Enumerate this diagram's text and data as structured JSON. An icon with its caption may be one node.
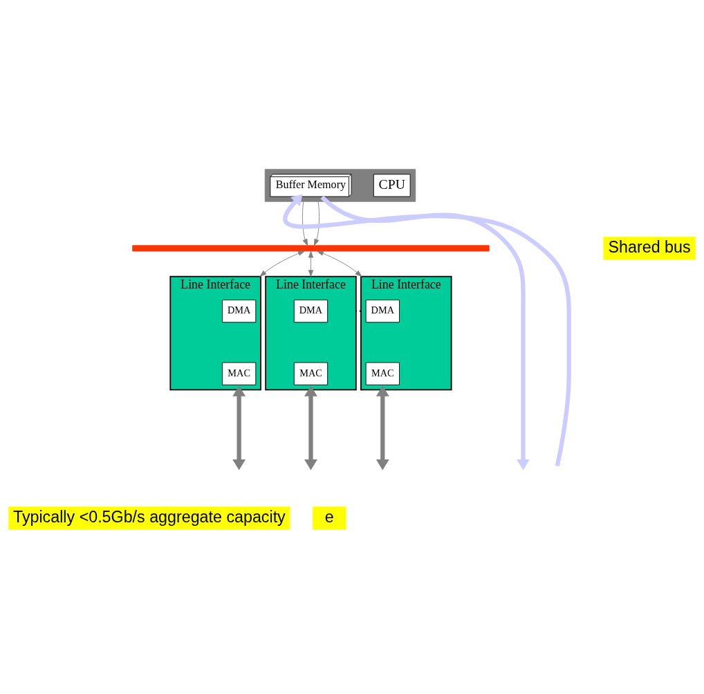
{
  "diagram": {
    "nodes": [
      {
        "text": [],
        "shape": "box"
      },
      {
        "text": [
          "CPU"
        ],
        "in": 0
      },
      {
        "text": [
          "Buffer Memory"
        ],
        "in": 0
      },
      {
        "text": [],
        "shape": "bar"
      },
      {
        "text": [
          "Line Interface"
        ]
      },
      {
        "text": [
          "DMA"
        ],
        "in": 4
      },
      {
        "text": [
          "MAC"
        ],
        "in": 4
      },
      {
        "text": [
          "Line Interface"
        ]
      },
      {
        "text": [
          "DMA"
        ],
        "in": 7
      },
      {
        "text": [
          "MAC"
        ],
        "in": 7
      },
      {
        "text": [
          "Line Interface"
        ]
      },
      {
        "text": [
          "DMA"
        ],
        "in": 10
      },
      {
        "text": [
          "MAC"
        ],
        "in": 10
      }
    ],
    "edges": [
      {
        "from": 0,
        "to": 3,
        "arrow": "to"
      },
      {
        "from": 0,
        "to": 3,
        "arrow": "to"
      },
      {
        "from": 3,
        "to": 4,
        "arrow": "both"
      },
      {
        "from": 3,
        "to": 7,
        "arrow": "both"
      },
      {
        "from": 3,
        "to": 10,
        "arrow": "both"
      },
      {
        "from": 4,
        "to": null,
        "arrow": "both",
        "style": "thick"
      },
      {
        "from": 7,
        "to": null,
        "arrow": "both",
        "style": "thick"
      },
      {
        "from": 10,
        "to": null,
        "arrow": "both",
        "style": "thick"
      },
      {
        "from": 7,
        "to": 10,
        "arrow": "none",
        "style": "dashed",
        "color": "#000000"
      },
      {
        "from": null,
        "to": 2,
        "arrow": "to",
        "style": "thick",
        "color": "#ccccff"
      },
      {
        "from": 2,
        "to": null,
        "arrow": "to",
        "style": "thick",
        "color": "#ccccff"
      }
    ],
    "labels": [
      "Shared bus",
      "Typically <0.5Gb/s aggregate capacity",
      "e"
    ]
  }
}
